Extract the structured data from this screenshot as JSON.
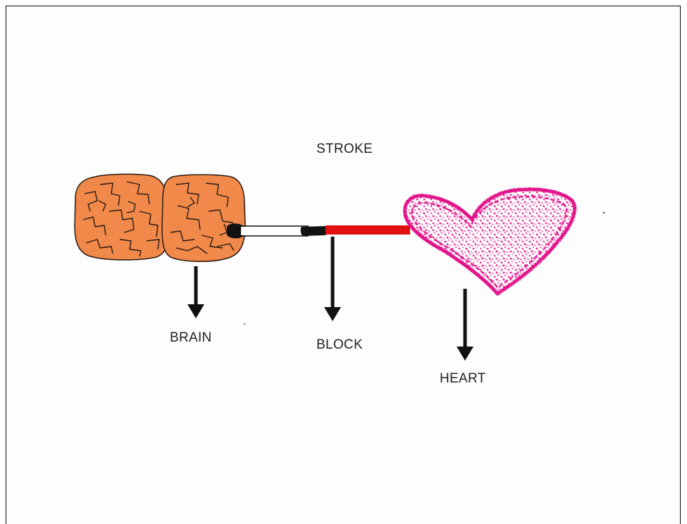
{
  "diagram": {
    "title": "STROKE",
    "labels": {
      "brain": "BRAIN",
      "block": "BLOCK",
      "heart": "HEART"
    }
  },
  "colors": {
    "brain_fill": "#f0894a",
    "brain_line": "#2a1a10",
    "artery_clear": "#ffffff",
    "artery_blocked": "#e01010",
    "clot": "#111111",
    "heart": "#e2198c",
    "arrow": "#111111"
  },
  "icons": {
    "brain": "brain-icon",
    "heart": "heart-icon"
  }
}
